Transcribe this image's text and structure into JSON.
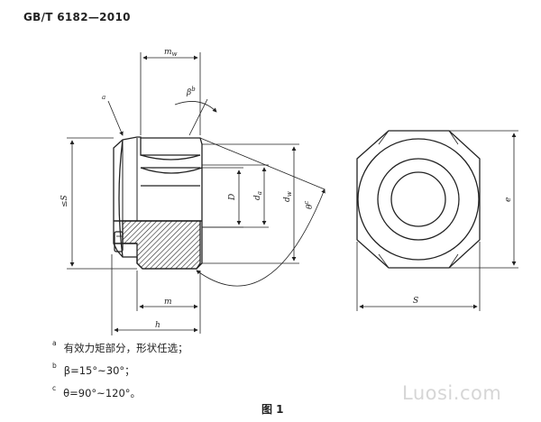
{
  "header": {
    "standard": "GB/T 6182—2010"
  },
  "labels": {
    "mw": "m",
    "mw_sub": "w",
    "beta": "β",
    "beta_sup": "b",
    "theta": "θ",
    "theta_sup": "c",
    "a_marker": "a",
    "D": "D",
    "da": "d",
    "da_sub": "a",
    "dw": "d",
    "dw_sub": "w",
    "s_left": "≤S",
    "m": "m",
    "h": "h",
    "s_right": "S",
    "e": "e"
  },
  "notes": [
    {
      "marker": "a",
      "text": "有效力矩部分，形状任选；"
    },
    {
      "marker": "b",
      "text": "β=15°~30°；"
    },
    {
      "marker": "c",
      "text": "θ=90°~120°。"
    }
  ],
  "figure": {
    "caption": "图 1"
  },
  "watermark": {
    "text": "Luosi.com"
  }
}
